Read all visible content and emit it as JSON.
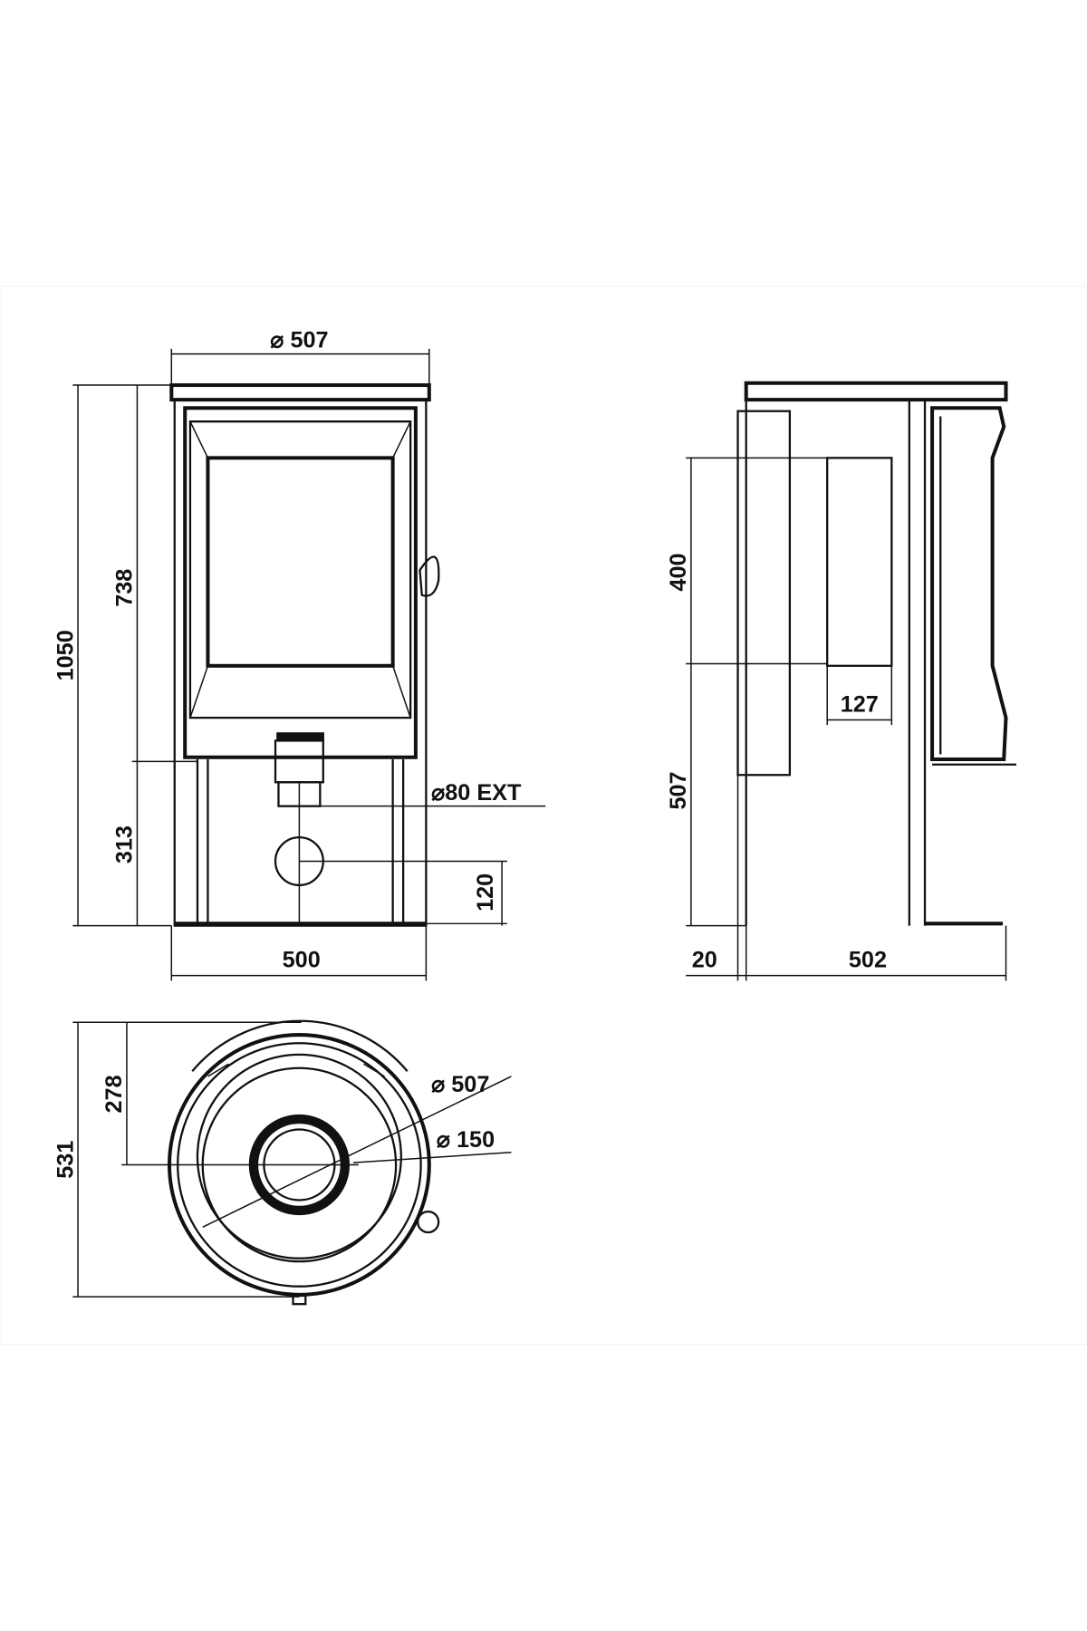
{
  "front_view": {
    "top_diameter": "⌀ 507",
    "total_height": "1050",
    "door_height": "738",
    "flue_height": "313",
    "width": "500",
    "external_air": "⌀80 EXT",
    "air_inlet_height": "120"
  },
  "side_view": {
    "glass_height": "400",
    "glass_width": "127",
    "base_to_glass": "507",
    "wall_gap": "20",
    "depth": "502"
  },
  "top_view": {
    "flue_offset": "278",
    "total_depth": "531",
    "top_diameter": "⌀ 507",
    "flue_diameter": "⌀ 150"
  }
}
